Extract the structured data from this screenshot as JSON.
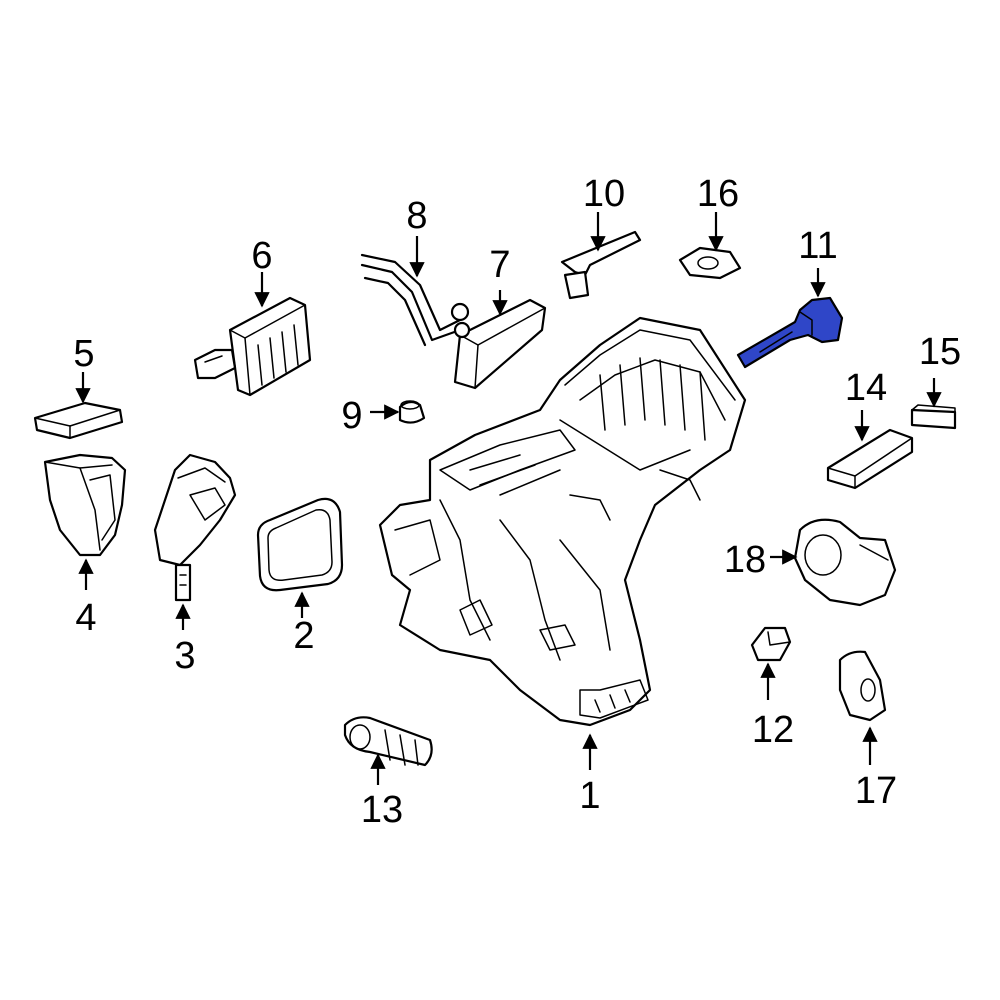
{
  "diagram": {
    "callouts": [
      {
        "id": "1",
        "label": "1"
      },
      {
        "id": "2",
        "label": "2"
      },
      {
        "id": "3",
        "label": "3"
      },
      {
        "id": "4",
        "label": "4"
      },
      {
        "id": "5",
        "label": "5"
      },
      {
        "id": "6",
        "label": "6"
      },
      {
        "id": "7",
        "label": "7"
      },
      {
        "id": "8",
        "label": "8"
      },
      {
        "id": "9",
        "label": "9"
      },
      {
        "id": "10",
        "label": "10"
      },
      {
        "id": "11",
        "label": "11"
      },
      {
        "id": "12",
        "label": "12"
      },
      {
        "id": "13",
        "label": "13"
      },
      {
        "id": "14",
        "label": "14"
      },
      {
        "id": "15",
        "label": "15"
      },
      {
        "id": "16",
        "label": "16"
      },
      {
        "id": "17",
        "label": "17"
      },
      {
        "id": "18",
        "label": "18"
      }
    ],
    "highlighted_part": "11",
    "colors": {
      "highlight": "#2f46c8",
      "line": "#000000",
      "background": "#ffffff"
    }
  }
}
